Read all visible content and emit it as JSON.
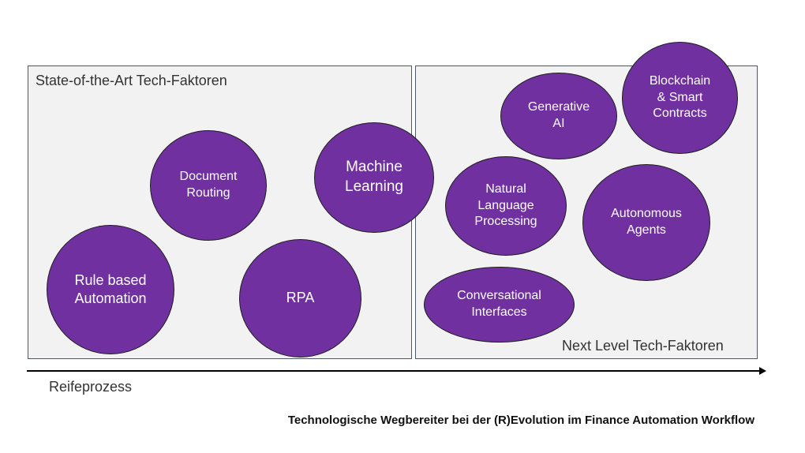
{
  "colors": {
    "bubble_fill": "#7030a0",
    "panel_fill": "#f2f2f2",
    "panel_border": "#4d5967"
  },
  "panels": {
    "state_of_the_art": {
      "title": "State-of-the-Art Tech-Faktoren"
    },
    "next_level": {
      "title": "Next Level Tech-Faktoren"
    }
  },
  "bubbles": {
    "rule_based_automation": "Rule based\nAutomation",
    "document_routing": "Document\nRouting",
    "rpa": "RPA",
    "machine_learning": "Machine\nLearning",
    "generative_ai": "Generative\nAI",
    "blockchain_smart_contracts": "Blockchain\n& Smart\nContracts",
    "natural_language_processing": "Natural\nLanguage\nProcessing",
    "autonomous_agents": "Autonomous\nAgents",
    "conversational_interfaces": "Conversational\nInterfaces"
  },
  "axis": {
    "label": "Reifeprozess"
  },
  "caption": "Technologische Wegbereiter bei der (R)Evolution im Finance Automation Workflow"
}
